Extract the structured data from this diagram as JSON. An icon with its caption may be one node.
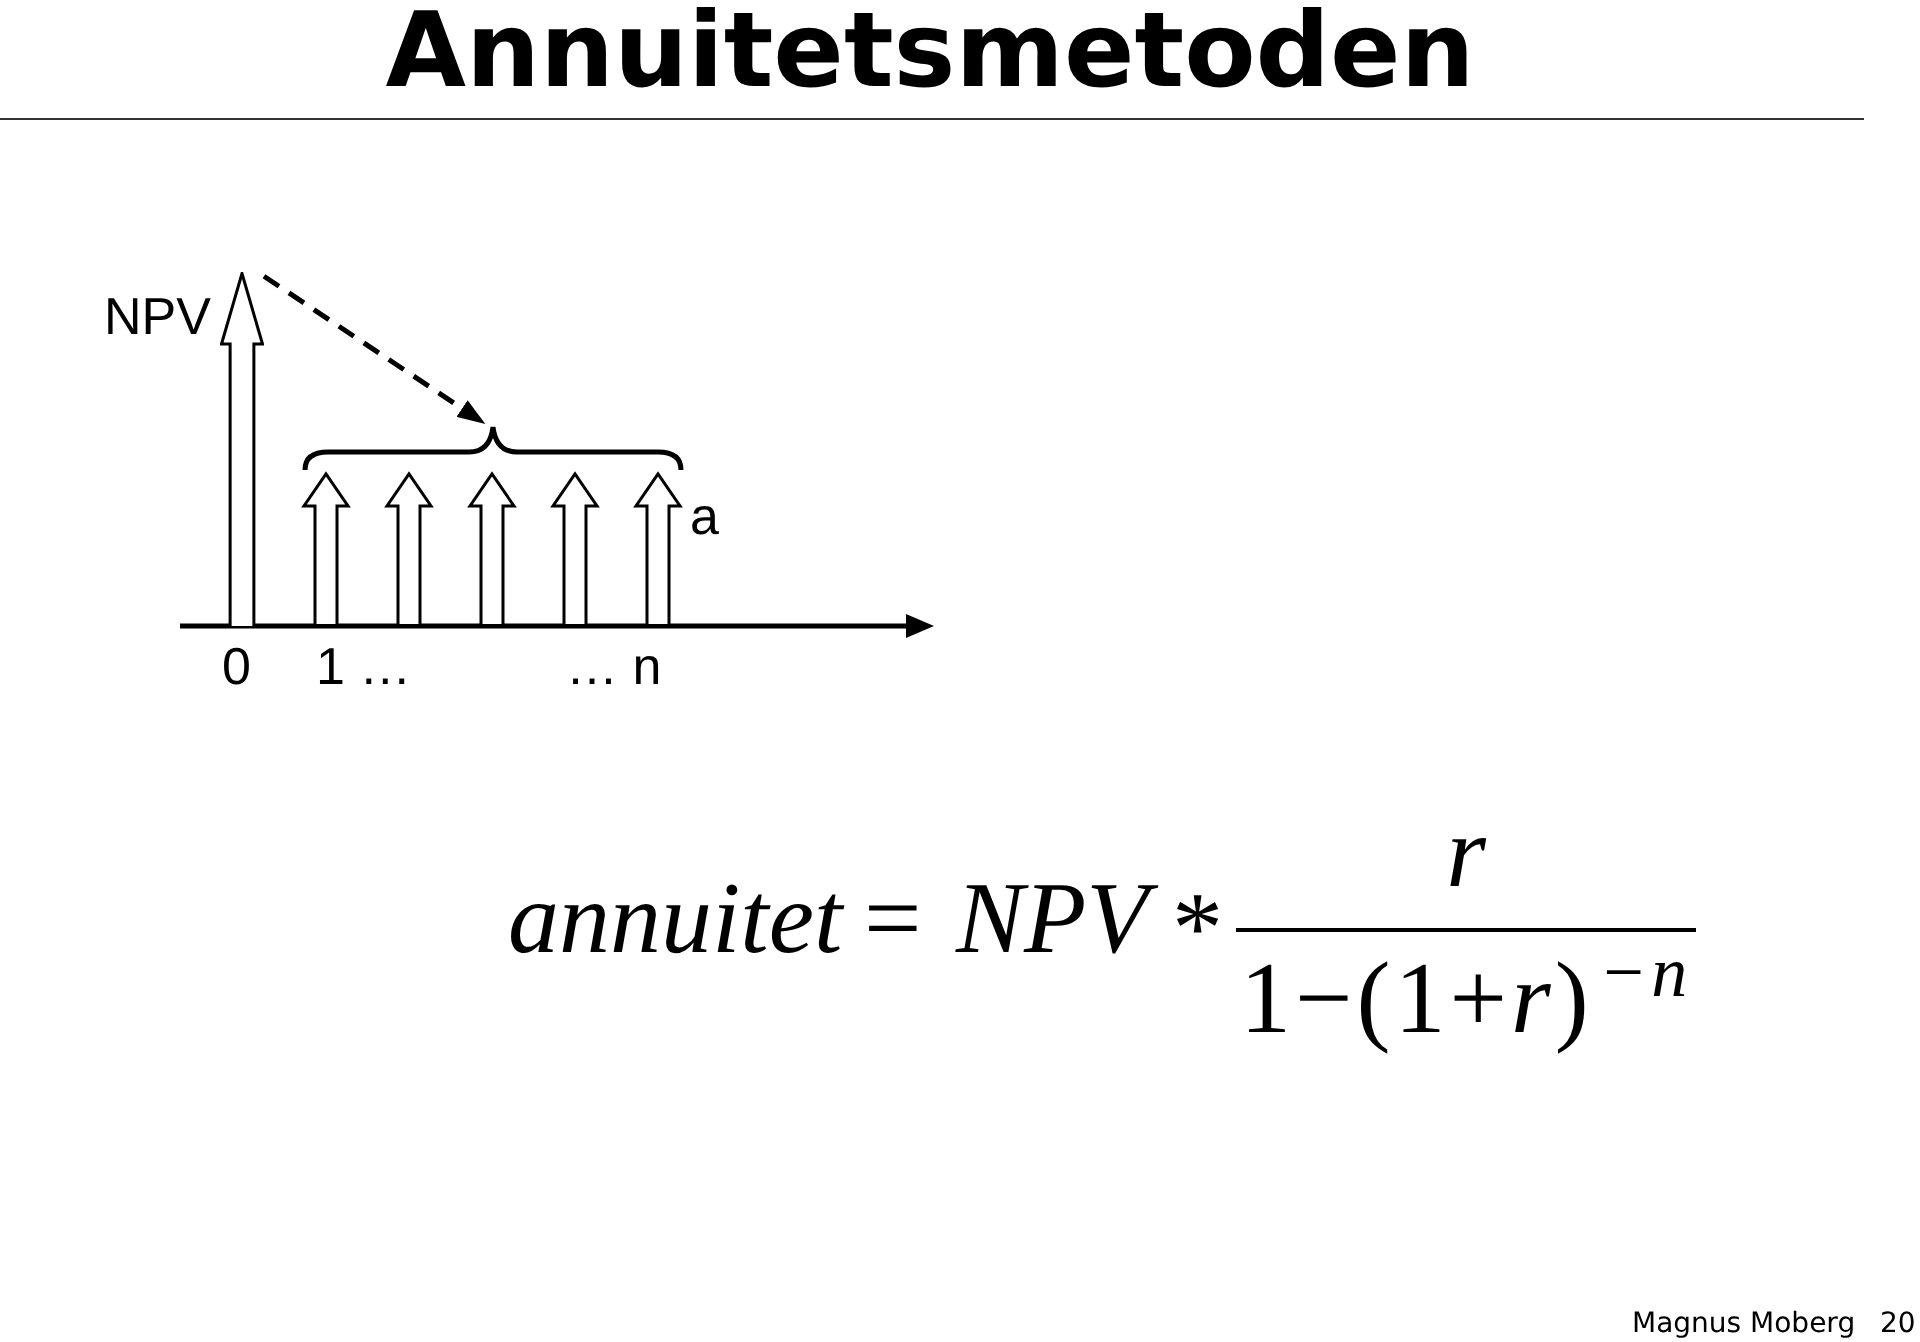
{
  "diagram": {
    "title": "Annuitetsmetoden",
    "nodes": [
      {
        "text": [],
        "shape": "arrow",
        "beside": [
          "NPV",
          "0"
        ]
      },
      {
        "text": [],
        "shape": "brace",
        "beside": [
          "a"
        ]
      }
    ],
    "edges": [
      {
        "from": 0,
        "to": 1,
        "arrow": "to",
        "style": "dashed"
      }
    ],
    "labels": [
      "1 …",
      "… n",
      "annuitet",
      "=",
      "NPV",
      "*",
      "r",
      "1−(1+*r*)$^{−n}$",
      "Magnus Moberg",
      "20"
    ]
  }
}
